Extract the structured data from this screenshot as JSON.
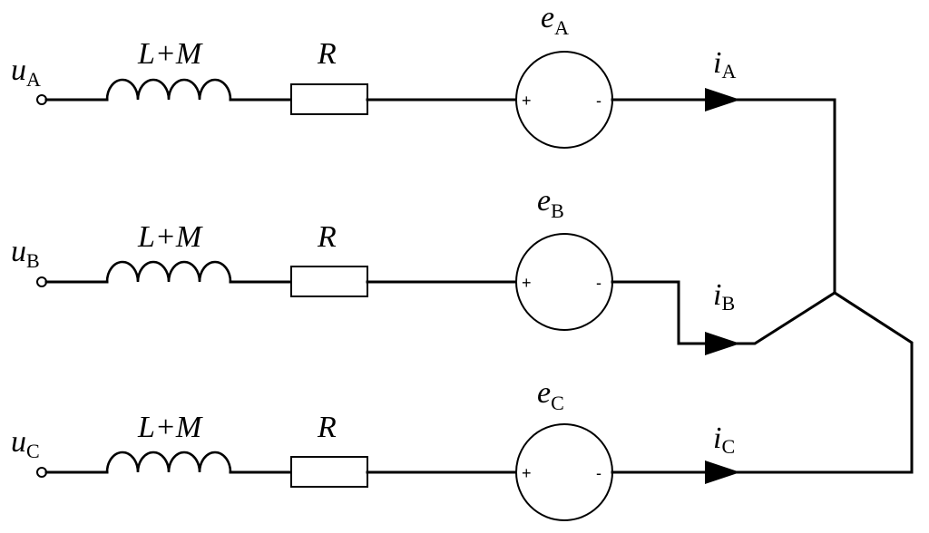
{
  "phases": [
    {
      "id": "a",
      "u_main": "u",
      "u_sub": "A",
      "inductor": "L+M",
      "resistor": "R",
      "e_main": "e",
      "e_sub": "A",
      "plus": "+",
      "minus": "-",
      "i_main": "i",
      "i_sub": "A"
    },
    {
      "id": "b",
      "u_main": "u",
      "u_sub": "B",
      "inductor": "L+M",
      "resistor": "R",
      "e_main": "e",
      "e_sub": "B",
      "plus": "+",
      "minus": "-",
      "i_main": "i",
      "i_sub": "B"
    },
    {
      "id": "c",
      "u_main": "u",
      "u_sub": "C",
      "inductor": "L+M",
      "resistor": "R",
      "e_main": "e",
      "e_sub": "C",
      "plus": "+",
      "minus": "-",
      "i_main": "i",
      "i_sub": "C"
    }
  ]
}
